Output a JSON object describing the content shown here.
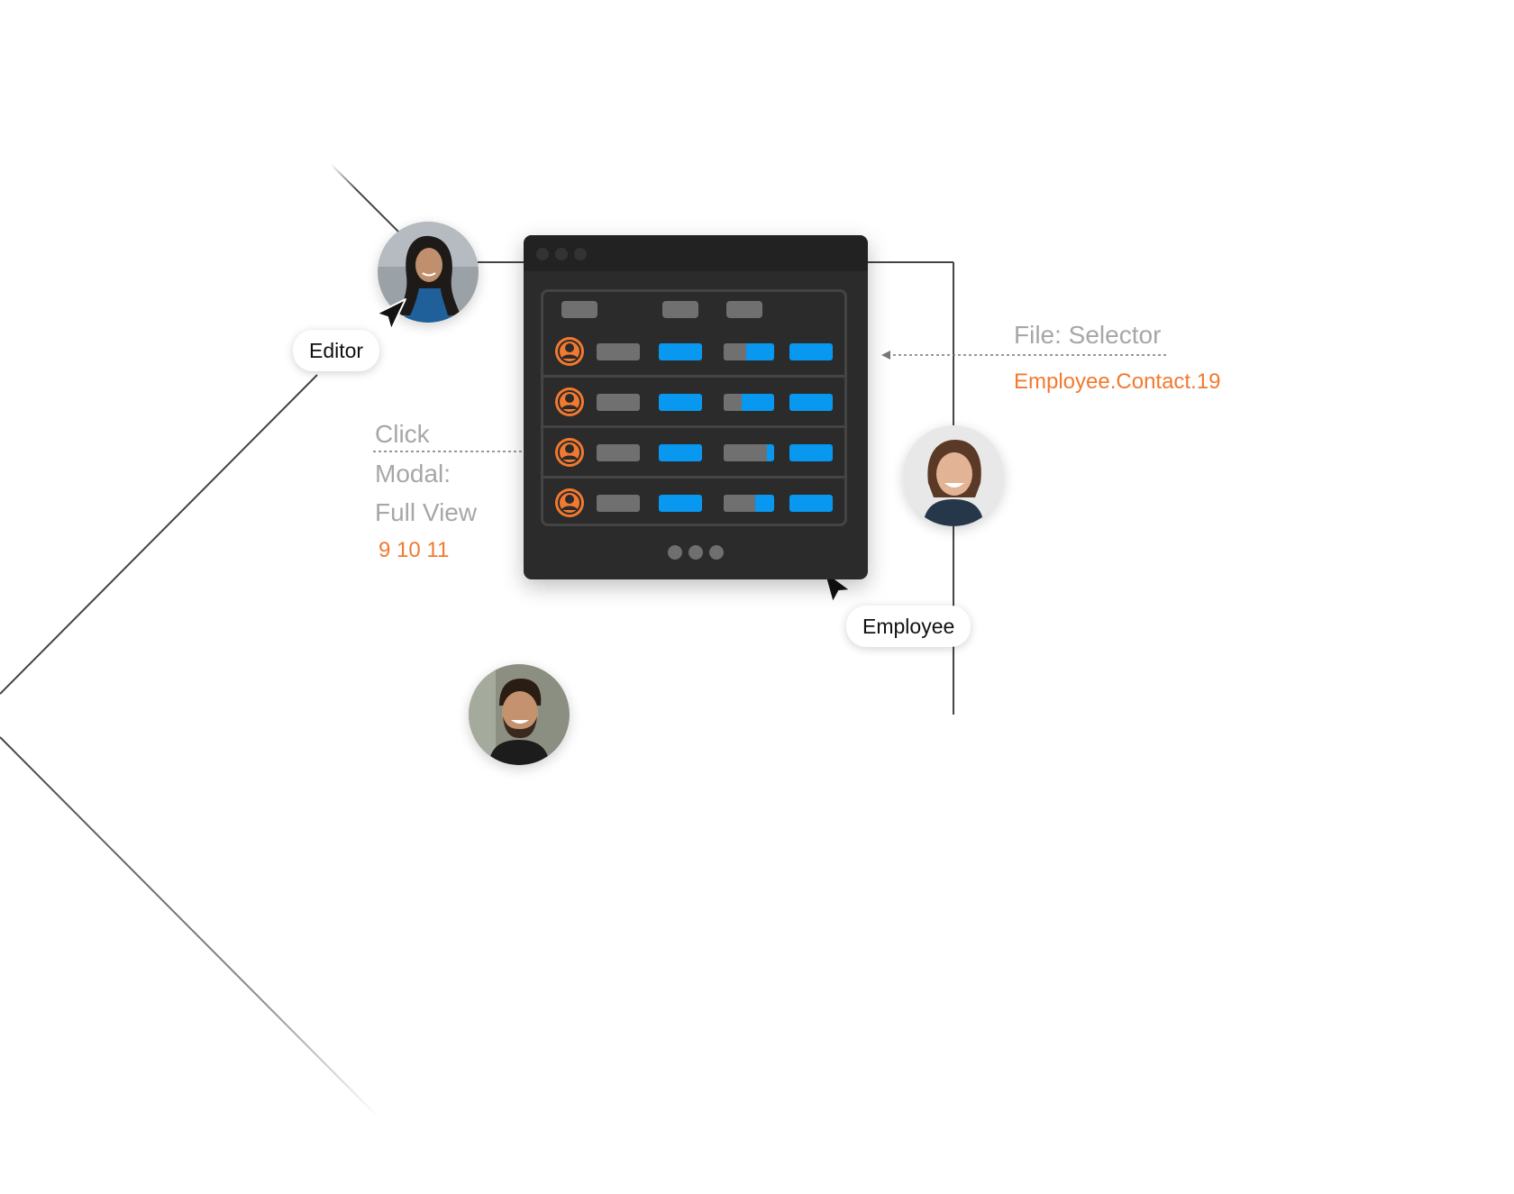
{
  "labels": {
    "editor": "Editor",
    "employee": "Employee"
  },
  "annotations": {
    "file_selector": "File: Selector",
    "file_value": "Employee.Contact.19",
    "click": "Click",
    "modal": "Modal:",
    "full_view": "Full View",
    "numbers": "9 10 11"
  },
  "avatars": [
    {
      "name": "avatar-woman-dark-hair"
    },
    {
      "name": "avatar-woman-short-hair"
    },
    {
      "name": "avatar-man-beard"
    }
  ],
  "app_window": {
    "title_dots": 3,
    "header_chips": 3,
    "rows": [
      {
        "icon": "user-icon",
        "progress": 0.45
      },
      {
        "icon": "user-icon",
        "progress": 0.35
      },
      {
        "icon": "user-icon",
        "progress": 0.85
      },
      {
        "icon": "user-icon",
        "progress": 0.62
      }
    ],
    "pagination_dots": 3
  },
  "colors": {
    "accent_orange": "#f2792f",
    "accent_blue": "#0898f0",
    "window_bg": "#2b2b2b",
    "placeholder_gray": "#707070",
    "annotation_gray": "#a7a7a7"
  }
}
